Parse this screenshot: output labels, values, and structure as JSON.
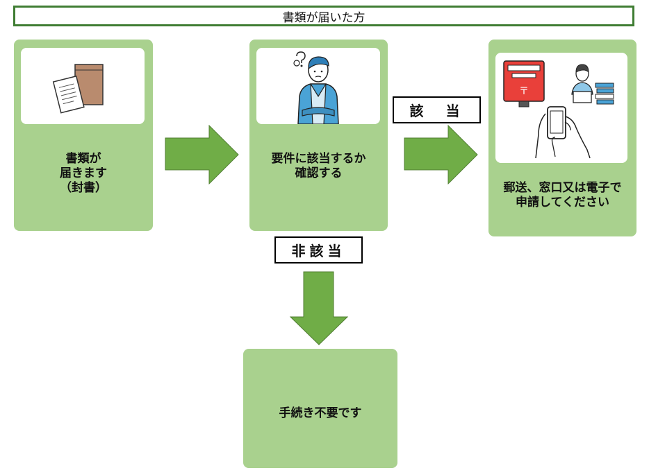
{
  "header": {
    "title": "書類が届いた方"
  },
  "cards": {
    "receive": {
      "lines": [
        "書類が",
        "届きます",
        "（封書）"
      ]
    },
    "check": {
      "lines": [
        "要件に該当するか",
        "確認する"
      ]
    },
    "apply": {
      "lines": [
        "郵送、窓口又は電子で",
        "申請してください"
      ]
    },
    "none": {
      "lines": [
        "手続き不要です"
      ]
    }
  },
  "labels": {
    "applicable": "該　当",
    "not_applicable": "非該当"
  },
  "colors": {
    "card": "#a9d18e",
    "arrow": "#70ad47",
    "header_border": "#3f7d33"
  },
  "icons": [
    "envelope-icon",
    "thinking-person-icon",
    "postbox-icon",
    "clerk-icon",
    "smartphone-hand-icon"
  ]
}
